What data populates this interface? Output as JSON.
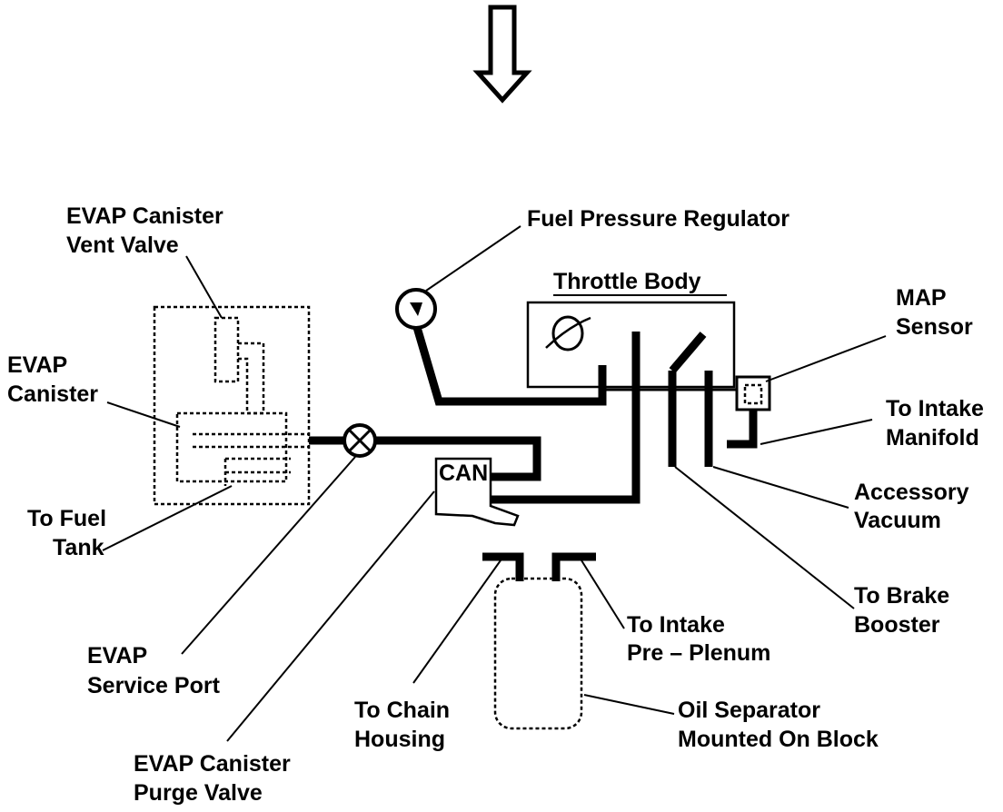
{
  "labels": {
    "vent_valve": [
      "EVAP Canister",
      "Vent Valve"
    ],
    "canister": [
      "EVAP",
      "Canister"
    ],
    "fuel_tank": [
      "To Fuel",
      "Tank"
    ],
    "service_port": [
      "EVAP",
      "Service Port"
    ],
    "purge_valve": [
      "EVAP Canister",
      "Purge Valve"
    ],
    "can": "CAN",
    "chain_housing": [
      "To Chain",
      "Housing"
    ],
    "pre_plenum": [
      "To Intake",
      "Pre – Plenum"
    ],
    "oil_separator": [
      "Oil Separator",
      "Mounted On Block"
    ],
    "fuel_pressure_regulator": "Fuel Pressure Regulator",
    "throttle_body": "Throttle Body",
    "map_sensor": [
      "MAP",
      "Sensor"
    ],
    "intake_manifold": [
      "To Intake",
      "Manifold"
    ],
    "accessory_vacuum": [
      "Accessory",
      "Vacuum"
    ],
    "brake_booster": [
      "To Brake",
      "Booster"
    ]
  }
}
